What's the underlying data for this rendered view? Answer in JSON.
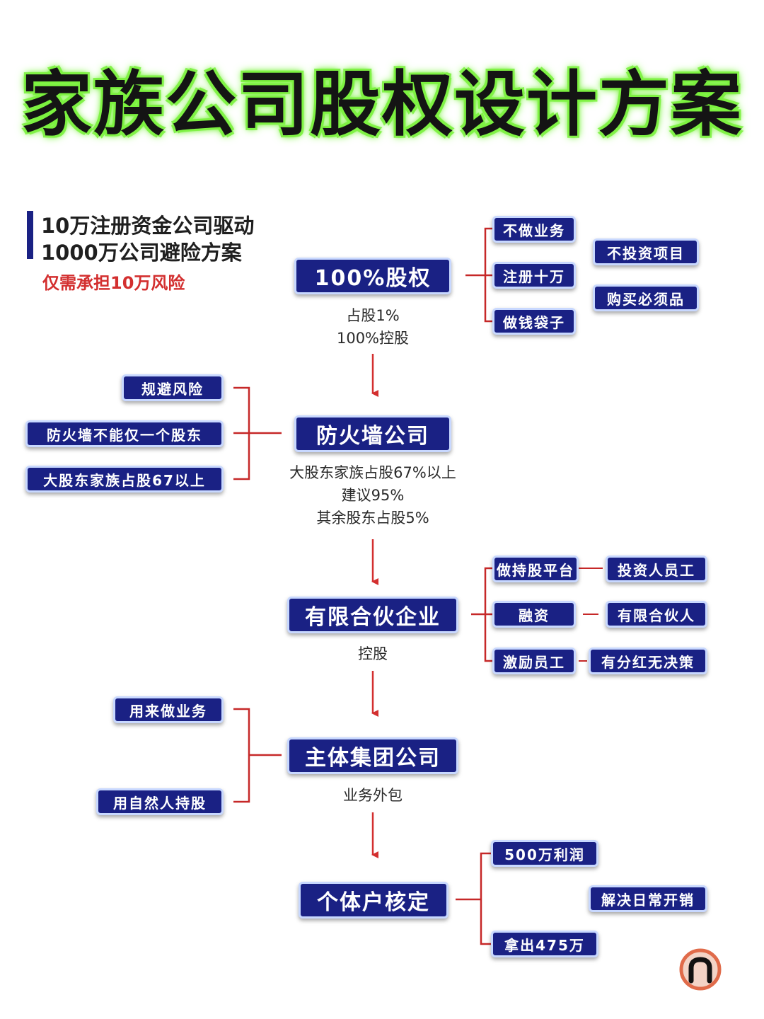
{
  "title": "家族公司股权设计方案",
  "intro": {
    "line1": "10万注册资金公司驱动",
    "line2": "1000万公司避险方案",
    "risk_note": "仅需承担10万风险"
  },
  "nodes": {
    "equity100": "100%股权",
    "firewall": "防火墙公司",
    "partnership": "有限合伙企业",
    "group": "主体集团公司",
    "individual": "个体户核定"
  },
  "notes": {
    "equity100": [
      "占股1%",
      "100%控股"
    ],
    "firewall": [
      "大股东家族占股67%以上",
      "建议95%",
      "其余股东占股5%"
    ],
    "partnership": [
      "控股"
    ],
    "group": [
      "业务外包"
    ]
  },
  "branches": {
    "equity100": {
      "left_col": [
        "不做业务",
        "注册十万",
        "做钱袋子"
      ],
      "right_col": [
        "不投资项目",
        "购买必须品"
      ]
    },
    "firewall": [
      "规避风险",
      "防火墙不能仅一个股东",
      "大股东家族占股67以上"
    ],
    "partnership": [
      {
        "left": "做持股平台",
        "right": "投资人员工"
      },
      {
        "left": "融资",
        "right": "有限合伙人"
      },
      {
        "left": "激励员工",
        "right": "有分红无决策"
      }
    ],
    "group": [
      "用来做业务",
      "用自然人持股"
    ],
    "individual": [
      "500万利润",
      "解决日常开销",
      "拿出475万"
    ]
  },
  "colors": {
    "box_fill": "#1a2184",
    "box_border": "#c8d8ff",
    "arrow": "#d32f2f",
    "bracket": "#c62828",
    "title_glow": "#7bf23e"
  },
  "icons": {
    "logo": "app-logo-icon"
  }
}
